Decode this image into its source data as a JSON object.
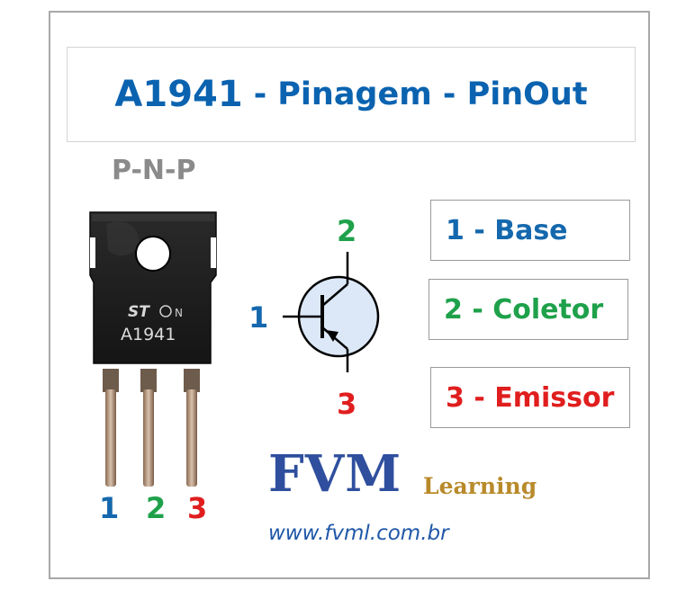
{
  "title": {
    "part": "A1941",
    "separator": "-",
    "subtitle": "Pinagem - PinOut"
  },
  "type_label": "P-N-P",
  "package_marking": "A1941",
  "package_logo": "ST",
  "package_code": "N",
  "symbol_pins": {
    "base": "1",
    "collector": "2",
    "emitter": "3"
  },
  "package_pins": [
    "1",
    "2",
    "3"
  ],
  "legend": [
    {
      "text": "1 - Base",
      "color": "#1568ad"
    },
    {
      "text": "2 - Coletor",
      "color": "#1ea14a"
    },
    {
      "text": "3 - Emissor",
      "color": "#e01e1e"
    }
  ],
  "logo": {
    "brand": "FVM",
    "sub": "Learning"
  },
  "url": "www.fvml.com.br",
  "colors": {
    "title": "#0b63b0",
    "pin1": "#1568ad",
    "pin2": "#1ea14a",
    "pin3": "#e01e1e",
    "symbol_fill": "#dce8f7"
  }
}
